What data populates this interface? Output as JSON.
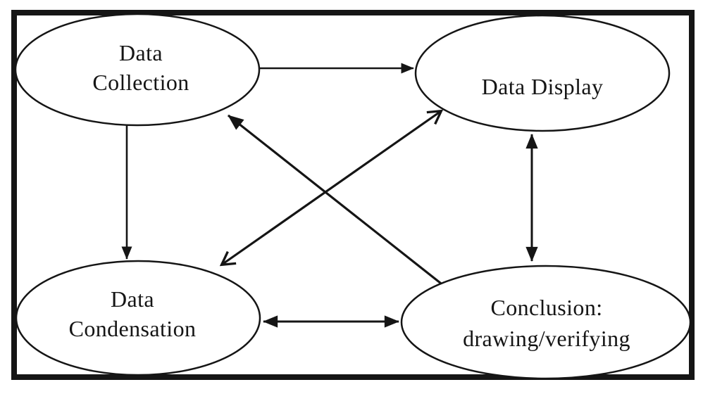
{
  "diagram": {
    "type": "flow-diagram",
    "background": "#ffffff",
    "ink_color": "#151515",
    "nodes": {
      "collection": {
        "line1": "Data",
        "line2": "Collection"
      },
      "display": {
        "label": "Data Display"
      },
      "condensation": {
        "line1": "Data",
        "line2": "Condensation"
      },
      "conclusion": {
        "line1": "Conclusion:",
        "line2": "drawing/verifying"
      }
    },
    "edges": [
      {
        "from": "data-collection",
        "to": "data-display",
        "direction": "one-way",
        "head_style": "filled-triangle"
      },
      {
        "from": "data-collection",
        "to": "data-condensation",
        "direction": "one-way",
        "head_style": "filled-triangle"
      },
      {
        "from": "conclusion",
        "to": "data-collection",
        "direction": "one-way",
        "head_style": "filled-triangle"
      },
      {
        "from": "data-display",
        "to": "conclusion",
        "direction": "two-way",
        "head_style": "filled-triangle"
      },
      {
        "from": "data-condensation",
        "to": "conclusion",
        "direction": "two-way",
        "head_style": "filled-triangle"
      },
      {
        "from": "data-condensation",
        "to": "data-display",
        "direction": "two-way",
        "head_style": "open-vee"
      }
    ]
  }
}
